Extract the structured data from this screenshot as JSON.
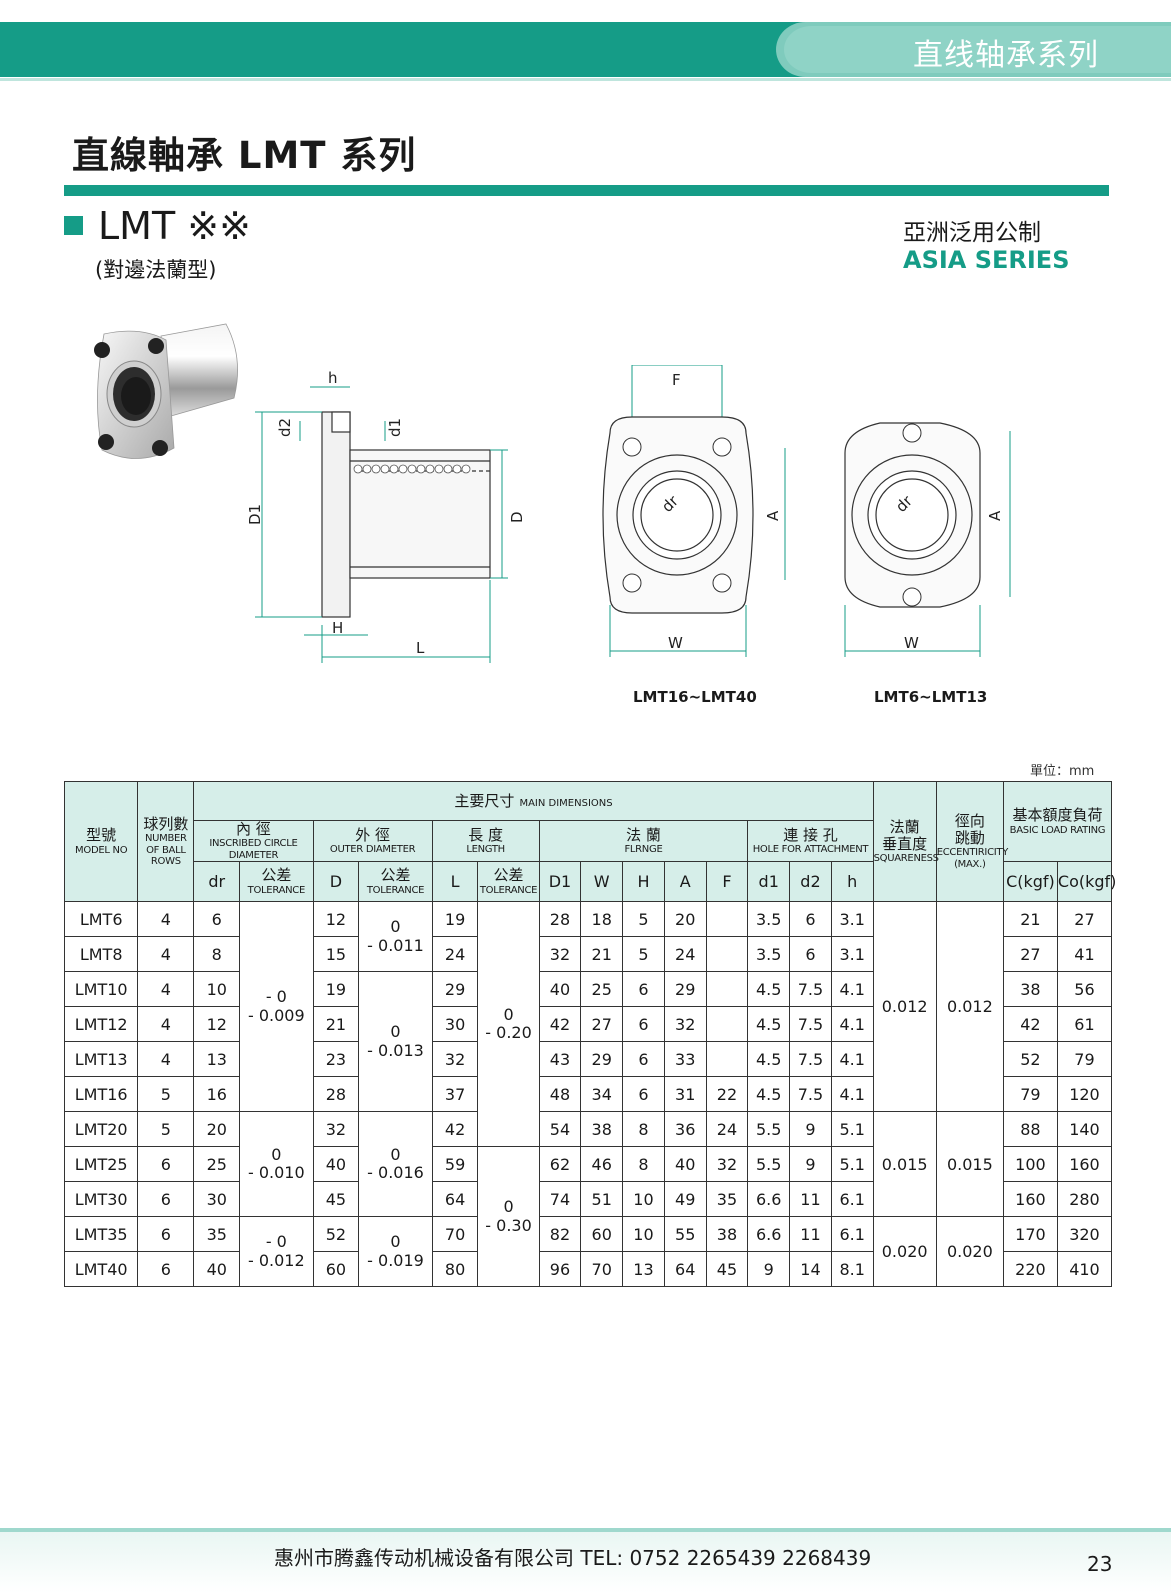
{
  "header": {
    "series": "直线轴承系列"
  },
  "title": "直線軸承 LMT 系列",
  "model": {
    "name": "LMT ※※",
    "subtitle": "(對邊法蘭型)"
  },
  "asia": {
    "zh": "亞洲泛用公制",
    "en": "ASIA SERIES"
  },
  "drawing_labels": {
    "h": "h",
    "d2": "d2",
    "d1": "d1",
    "D1": "D1",
    "D": "D",
    "H": "H",
    "L": "L",
    "F": "F",
    "A": "A",
    "W": "W",
    "dr": "dr"
  },
  "captions": {
    "left": "LMT16~LMT40",
    "right": "LMT6~LMT13"
  },
  "unit": "單位：mm",
  "table_head": {
    "model_zh": "型號",
    "model_en": "MODEL NO",
    "balls_zh": "球列數",
    "balls_en1": "NUMBER",
    "balls_en2": "OF BALL",
    "balls_en3": "ROWS",
    "main_zh": "主要尺寸",
    "main_en": "MAIN DIMENSIONS",
    "inner_zh": "內 徑",
    "inner_en": "INSCRIBED CIRCLE DIAMETER",
    "outer_zh": "外 徑",
    "outer_en": "OUTER DIAMETER",
    "length_zh": "長 度",
    "length_en": "LENGTH",
    "flange_zh": "法 蘭",
    "flange_en": "FLRNGE",
    "hole_zh": "連 接 孔",
    "hole_en": "HOLE FOR ATTACHMENT",
    "square_zh1": "法蘭",
    "square_zh2": "垂直度",
    "square_en": "SQUARENESS",
    "ecc_zh1": "徑向",
    "ecc_zh2": "跳動",
    "ecc_en1": "ECCENTIRICITY",
    "ecc_en2": "(MAX.)",
    "load_zh": "基本額度負荷",
    "load_en": "BASIC LOAD RATING",
    "tol_zh": "公差",
    "tol_en": "TOLERANCE",
    "dr": "dr",
    "D": "D",
    "L": "L",
    "D1": "D1",
    "W": "W",
    "H": "H",
    "A": "A",
    "F": "F",
    "d1": "d1",
    "d2": "d2",
    "h": "h",
    "C": "C(kgf)",
    "Co": "Co(kgf)"
  },
  "tolerances": {
    "dr_a1": "- 0",
    "dr_a2": "- 0.009",
    "dr_b1": "0",
    "dr_b2": "- 0.010",
    "dr_c1": "- 0",
    "dr_c2": "- 0.012",
    "D_a1": "0",
    "D_a2": "- 0.011",
    "D_b1": "0",
    "D_b2": "- 0.013",
    "D_c1": "0",
    "D_c2": "- 0.016",
    "D_d1": "0",
    "D_d2": "- 0.019",
    "L_a1": "0",
    "L_a2": "- 0.20",
    "L_b1": "0",
    "L_b2": "- 0.30",
    "sq_a": "0.012",
    "sq_b": "0.015",
    "sq_c": "0.020",
    "ec_a": "0.012",
    "ec_b": "0.015",
    "ec_c": "0.020"
  },
  "rows": [
    {
      "model": "LMT6",
      "balls": "4",
      "dr": "6",
      "D": "12",
      "L": "19",
      "D1": "28",
      "W": "18",
      "H": "5",
      "A": "20",
      "F": "",
      "d1": "3.5",
      "d2": "6",
      "h": "3.1",
      "C": "21",
      "Co": "27"
    },
    {
      "model": "LMT8",
      "balls": "4",
      "dr": "8",
      "D": "15",
      "L": "24",
      "D1": "32",
      "W": "21",
      "H": "5",
      "A": "24",
      "F": "",
      "d1": "3.5",
      "d2": "6",
      "h": "3.1",
      "C": "27",
      "Co": "41"
    },
    {
      "model": "LMT10",
      "balls": "4",
      "dr": "10",
      "D": "19",
      "L": "29",
      "D1": "40",
      "W": "25",
      "H": "6",
      "A": "29",
      "F": "",
      "d1": "4.5",
      "d2": "7.5",
      "h": "4.1",
      "C": "38",
      "Co": "56"
    },
    {
      "model": "LMT12",
      "balls": "4",
      "dr": "12",
      "D": "21",
      "L": "30",
      "D1": "42",
      "W": "27",
      "H": "6",
      "A": "32",
      "F": "",
      "d1": "4.5",
      "d2": "7.5",
      "h": "4.1",
      "C": "42",
      "Co": "61"
    },
    {
      "model": "LMT13",
      "balls": "4",
      "dr": "13",
      "D": "23",
      "L": "32",
      "D1": "43",
      "W": "29",
      "H": "6",
      "A": "33",
      "F": "",
      "d1": "4.5",
      "d2": "7.5",
      "h": "4.1",
      "C": "52",
      "Co": "79"
    },
    {
      "model": "LMT16",
      "balls": "5",
      "dr": "16",
      "D": "28",
      "L": "37",
      "D1": "48",
      "W": "34",
      "H": "6",
      "A": "31",
      "F": "22",
      "d1": "4.5",
      "d2": "7.5",
      "h": "4.1",
      "C": "79",
      "Co": "120"
    },
    {
      "model": "LMT20",
      "balls": "5",
      "dr": "20",
      "D": "32",
      "L": "42",
      "D1": "54",
      "W": "38",
      "H": "8",
      "A": "36",
      "F": "24",
      "d1": "5.5",
      "d2": "9",
      "h": "5.1",
      "C": "88",
      "Co": "140"
    },
    {
      "model": "LMT25",
      "balls": "6",
      "dr": "25",
      "D": "40",
      "L": "59",
      "D1": "62",
      "W": "46",
      "H": "8",
      "A": "40",
      "F": "32",
      "d1": "5.5",
      "d2": "9",
      "h": "5.1",
      "C": "100",
      "Co": "160"
    },
    {
      "model": "LMT30",
      "balls": "6",
      "dr": "30",
      "D": "45",
      "L": "64",
      "D1": "74",
      "W": "51",
      "H": "10",
      "A": "49",
      "F": "35",
      "d1": "6.6",
      "d2": "11",
      "h": "6.1",
      "C": "160",
      "Co": "280"
    },
    {
      "model": "LMT35",
      "balls": "6",
      "dr": "35",
      "D": "52",
      "L": "70",
      "D1": "82",
      "W": "60",
      "H": "10",
      "A": "55",
      "F": "38",
      "d1": "6.6",
      "d2": "11",
      "h": "6.1",
      "C": "170",
      "Co": "320"
    },
    {
      "model": "LMT40",
      "balls": "6",
      "dr": "40",
      "D": "60",
      "L": "80",
      "D1": "96",
      "W": "70",
      "H": "13",
      "A": "64",
      "F": "45",
      "d1": "9",
      "d2": "14",
      "h": "8.1",
      "C": "220",
      "Co": "410"
    }
  ],
  "footer": {
    "company": "惠州市腾鑫传动机械设备有限公司  TEL: 0752  2265439  2268439",
    "page": "23"
  }
}
